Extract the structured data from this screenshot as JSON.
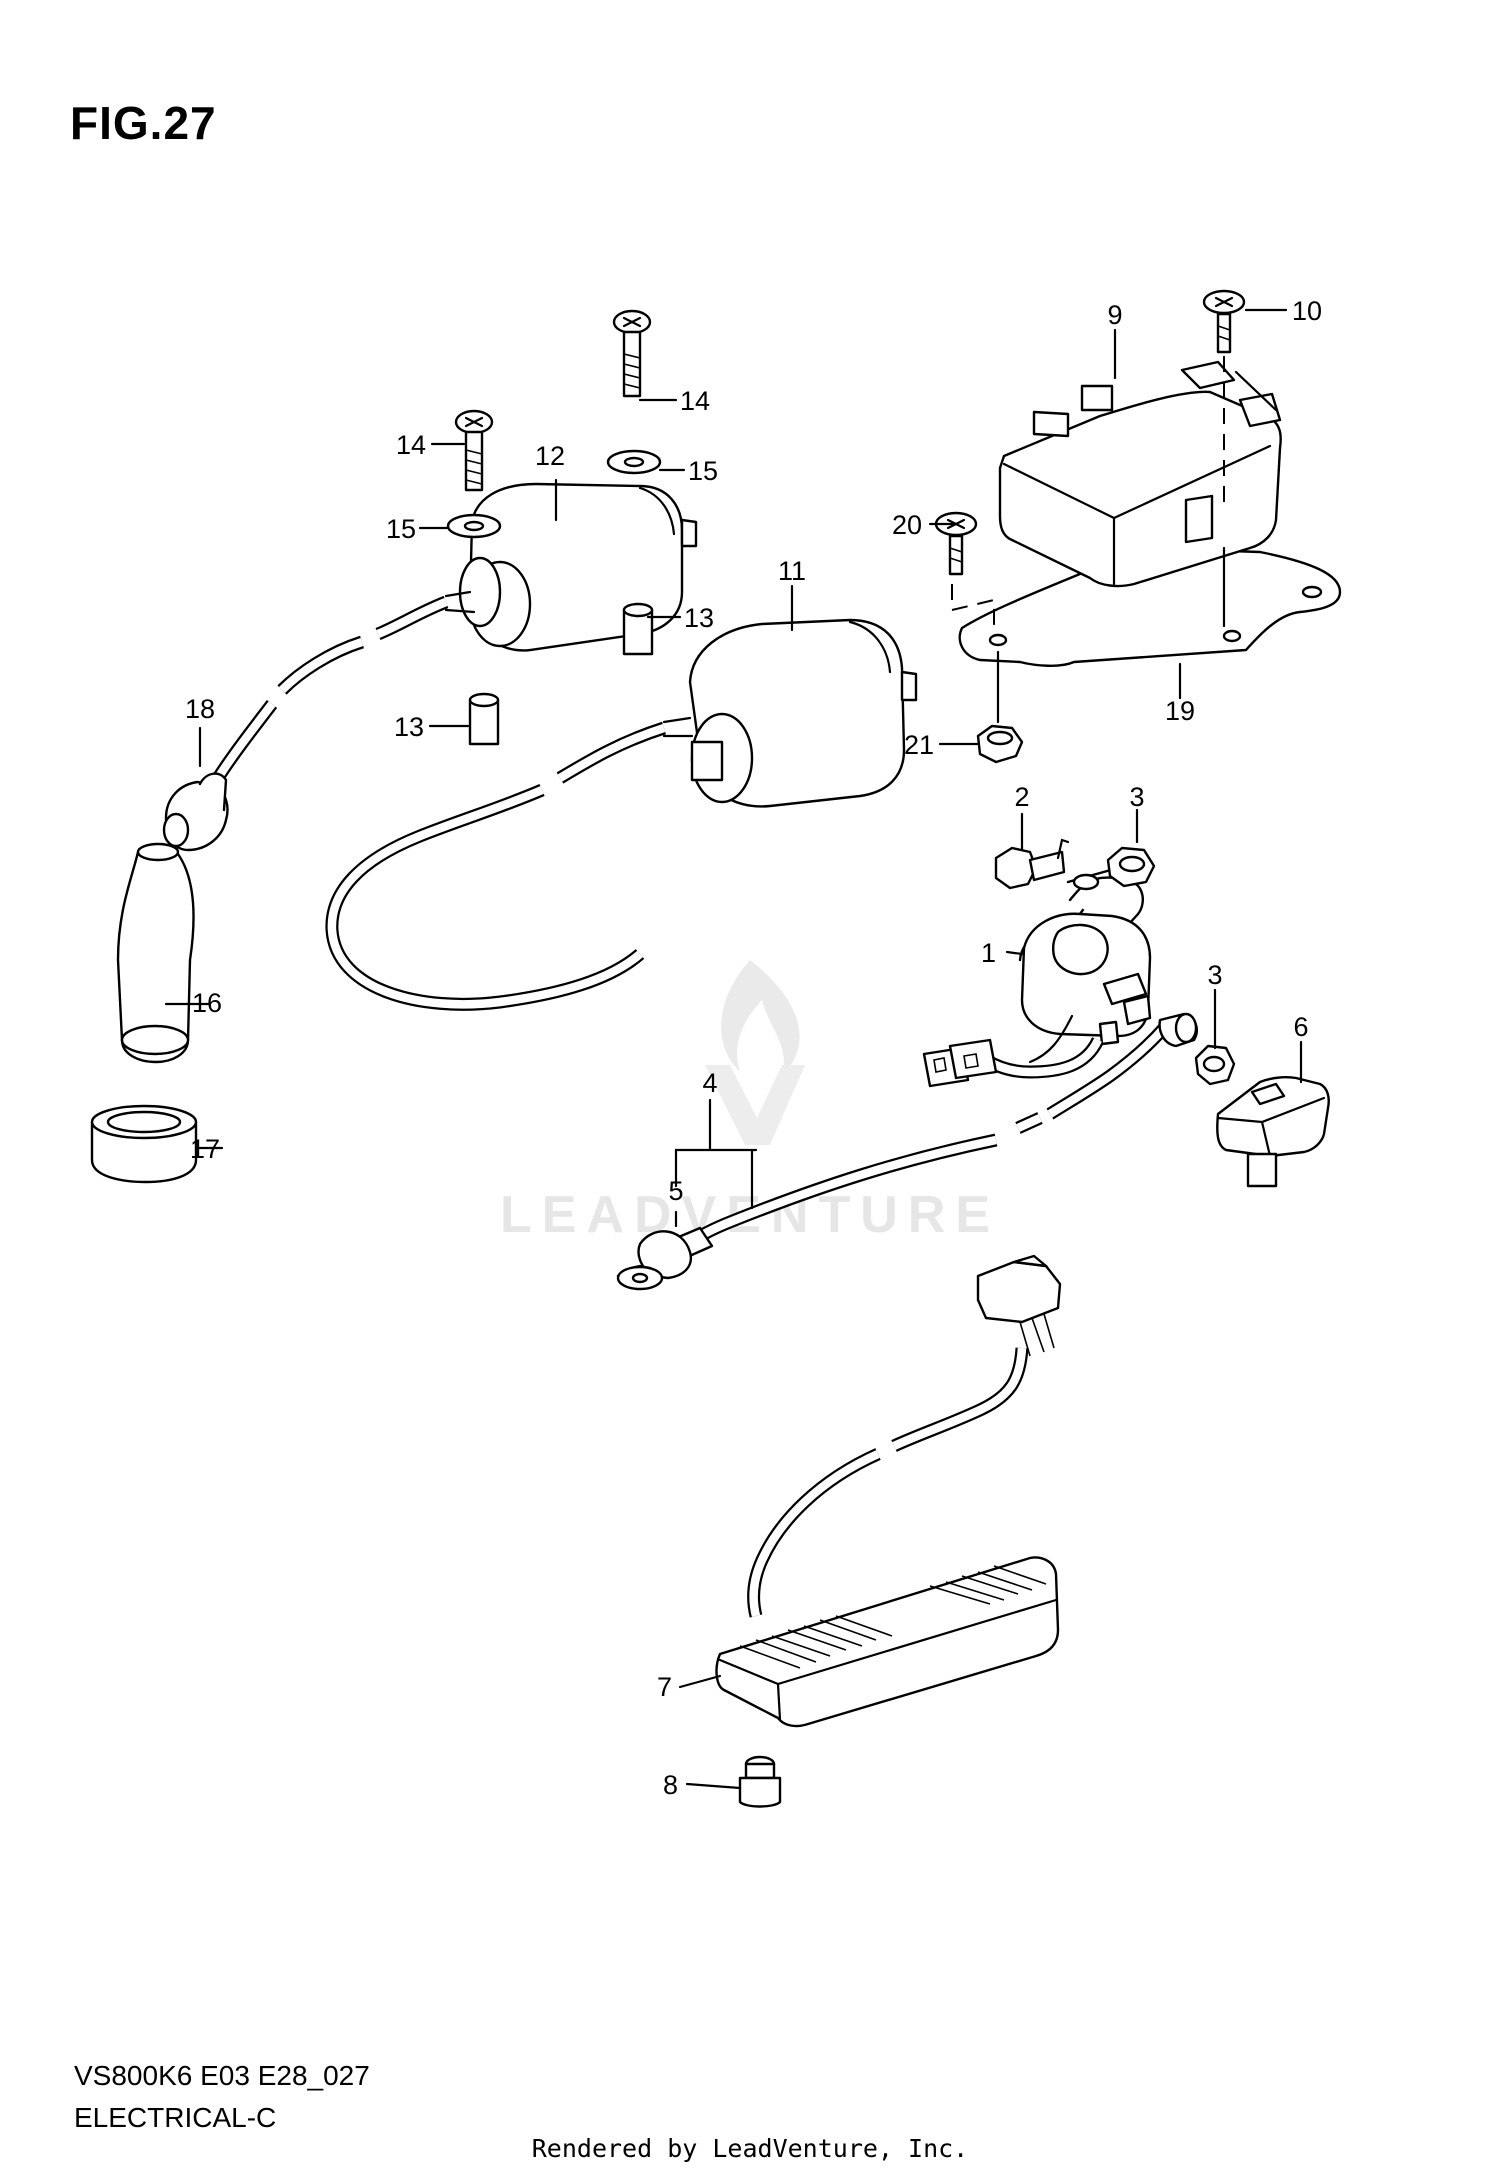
{
  "figure": {
    "title": "FIG.27",
    "model_code": "VS800K6 E03 E28_027",
    "section_name": "ELECTRICAL-C"
  },
  "credit": "Rendered by LeadVenture, Inc.",
  "watermark": {
    "text": "LEADVENTURE",
    "color": "#e6e6e6"
  },
  "callouts": [
    "1",
    "2",
    "3",
    "3",
    "4",
    "5",
    "6",
    "7",
    "8",
    "9",
    "10",
    "11",
    "12",
    "13",
    "13",
    "14",
    "14",
    "15",
    "15",
    "16",
    "17",
    "18",
    "19",
    "20",
    "21"
  ]
}
